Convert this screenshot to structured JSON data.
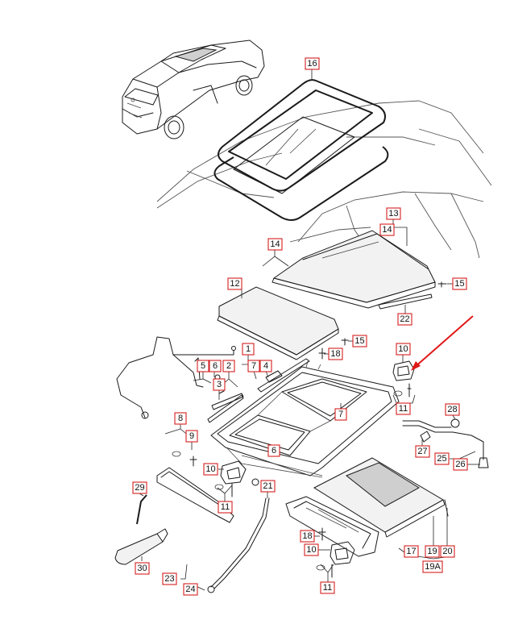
{
  "diagram": {
    "callouts": [
      {
        "id": "c16",
        "text": "16"
      },
      {
        "id": "c13",
        "text": "13"
      },
      {
        "id": "c14a",
        "text": "14"
      },
      {
        "id": "c14b",
        "text": "14"
      },
      {
        "id": "c15a",
        "text": "15"
      },
      {
        "id": "c12",
        "text": "12"
      },
      {
        "id": "c22",
        "text": "22"
      },
      {
        "id": "c15b",
        "text": "15"
      },
      {
        "id": "c18a",
        "text": "18"
      },
      {
        "id": "c10a",
        "text": "10"
      },
      {
        "id": "c1",
        "text": "1"
      },
      {
        "id": "c5",
        "text": "5"
      },
      {
        "id": "c6a",
        "text": "6"
      },
      {
        "id": "c2",
        "text": "2"
      },
      {
        "id": "c7a",
        "text": "7"
      },
      {
        "id": "c4",
        "text": "4"
      },
      {
        "id": "c3",
        "text": "3"
      },
      {
        "id": "c11a",
        "text": "11"
      },
      {
        "id": "c7b",
        "text": "7"
      },
      {
        "id": "c28",
        "text": "28"
      },
      {
        "id": "c8",
        "text": "8"
      },
      {
        "id": "c9",
        "text": "9"
      },
      {
        "id": "c6b",
        "text": "6"
      },
      {
        "id": "c27",
        "text": "27"
      },
      {
        "id": "c25",
        "text": "25"
      },
      {
        "id": "c26",
        "text": "26"
      },
      {
        "id": "c10b",
        "text": "10"
      },
      {
        "id": "c29",
        "text": "29"
      },
      {
        "id": "c21",
        "text": "21"
      },
      {
        "id": "c11b",
        "text": "11"
      },
      {
        "id": "c18b",
        "text": "18"
      },
      {
        "id": "c10c",
        "text": "10"
      },
      {
        "id": "c17",
        "text": "17"
      },
      {
        "id": "c19",
        "text": "19"
      },
      {
        "id": "c20",
        "text": "20"
      },
      {
        "id": "c19A",
        "text": "19A"
      },
      {
        "id": "c30",
        "text": "30"
      },
      {
        "id": "c23",
        "text": "23"
      },
      {
        "id": "c24",
        "text": "24"
      },
      {
        "id": "c11c",
        "text": "11"
      }
    ],
    "colors": {
      "callout_border": "#d42020",
      "arrow": "#e01818",
      "line": "#1a1a1a"
    }
  }
}
